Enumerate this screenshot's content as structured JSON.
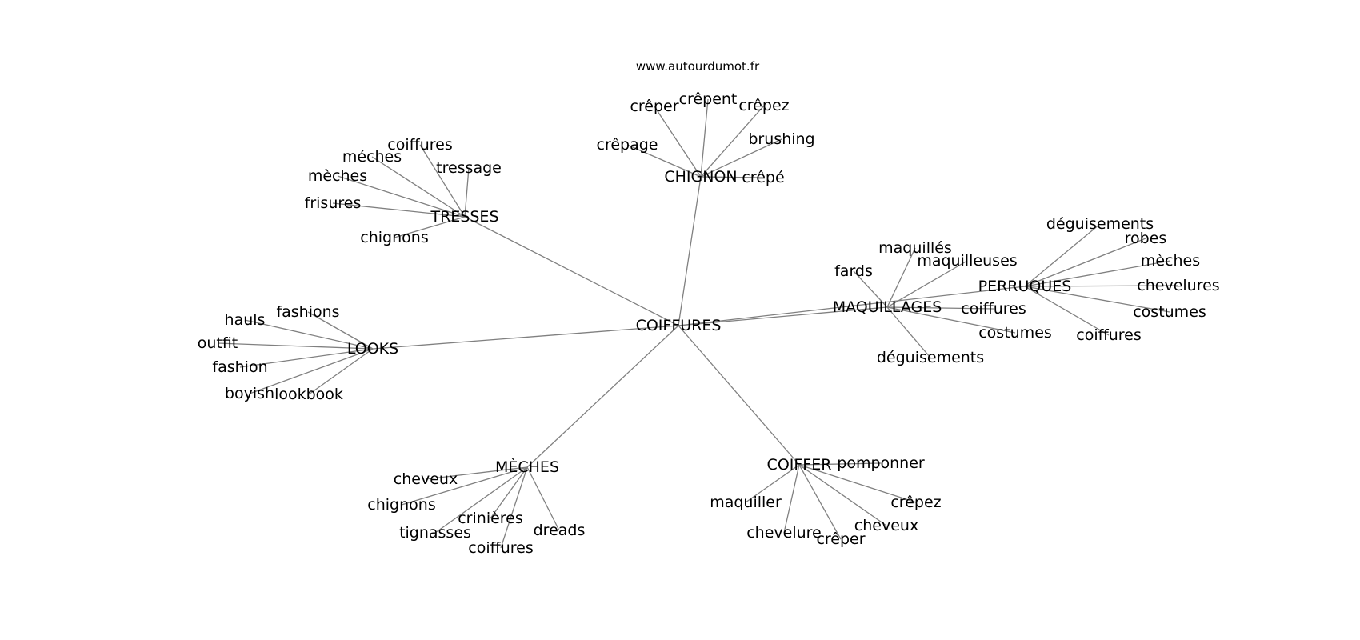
{
  "site": "www.autourdumot.fr",
  "colors": {
    "edge": "#808080",
    "text": "#000000",
    "background": "#ffffff"
  },
  "center": "COIFFURES",
  "nodes": [
    {
      "id": "COIFFURES",
      "parent": null
    },
    {
      "id": "TRESSES",
      "parent": "COIFFURES"
    },
    {
      "id": "CHIGNON",
      "parent": "COIFFURES"
    },
    {
      "id": "MAQUILLAGES",
      "parent": "COIFFURES"
    },
    {
      "id": "PERRUQUES",
      "parent": "COIFFURES"
    },
    {
      "id": "LOOKS",
      "parent": "COIFFURES"
    },
    {
      "id": "MÈCHES",
      "parent": "COIFFURES"
    },
    {
      "id": "COIFFER",
      "parent": "COIFFURES"
    },
    {
      "id": "t1",
      "label": "coiffures",
      "parent": "TRESSES"
    },
    {
      "id": "t2",
      "label": "méches",
      "parent": "TRESSES"
    },
    {
      "id": "t3",
      "label": "tressage",
      "parent": "TRESSES"
    },
    {
      "id": "t4",
      "label": "mèches",
      "parent": "TRESSES"
    },
    {
      "id": "t5",
      "label": "frisures",
      "parent": "TRESSES"
    },
    {
      "id": "t6",
      "label": "chignons",
      "parent": "TRESSES"
    },
    {
      "id": "c1",
      "label": "crêper",
      "parent": "CHIGNON"
    },
    {
      "id": "c2",
      "label": "crêpent",
      "parent": "CHIGNON"
    },
    {
      "id": "c3",
      "label": "crêpez",
      "parent": "CHIGNON"
    },
    {
      "id": "c4",
      "label": "brushing",
      "parent": "CHIGNON"
    },
    {
      "id": "c5",
      "label": "crêpage",
      "parent": "CHIGNON"
    },
    {
      "id": "c6",
      "label": "crêpé",
      "parent": "CHIGNON"
    },
    {
      "id": "m1",
      "label": "maquillés",
      "parent": "MAQUILLAGES"
    },
    {
      "id": "m2",
      "label": "maquilleuses",
      "parent": "MAQUILLAGES"
    },
    {
      "id": "m3",
      "label": "fards",
      "parent": "MAQUILLAGES"
    },
    {
      "id": "m4",
      "label": "coiffures",
      "parent": "MAQUILLAGES"
    },
    {
      "id": "m5",
      "label": "costumes",
      "parent": "MAQUILLAGES"
    },
    {
      "id": "m6",
      "label": "déguisements",
      "parent": "MAQUILLAGES"
    },
    {
      "id": "p1",
      "label": "déguisements",
      "parent": "PERRUQUES"
    },
    {
      "id": "p2",
      "label": "robes",
      "parent": "PERRUQUES"
    },
    {
      "id": "p3",
      "label": "mèches",
      "parent": "PERRUQUES"
    },
    {
      "id": "p4",
      "label": "chevelures",
      "parent": "PERRUQUES"
    },
    {
      "id": "p5",
      "label": "costumes",
      "parent": "PERRUQUES"
    },
    {
      "id": "p6",
      "label": "coiffures",
      "parent": "PERRUQUES"
    },
    {
      "id": "l1",
      "label": "hauls",
      "parent": "LOOKS"
    },
    {
      "id": "l2",
      "label": "fashions",
      "parent": "LOOKS"
    },
    {
      "id": "l3",
      "label": "outfit",
      "parent": "LOOKS"
    },
    {
      "id": "l4",
      "label": "fashion",
      "parent": "LOOKS"
    },
    {
      "id": "l5",
      "label": "boyish",
      "parent": "LOOKS"
    },
    {
      "id": "l6",
      "label": "lookbook",
      "parent": "LOOKS"
    },
    {
      "id": "e1",
      "label": "cheveux",
      "parent": "MÈCHES"
    },
    {
      "id": "e2",
      "label": "chignons",
      "parent": "MÈCHES"
    },
    {
      "id": "e3",
      "label": "crinières",
      "parent": "MÈCHES"
    },
    {
      "id": "e4",
      "label": "tignasses",
      "parent": "MÈCHES"
    },
    {
      "id": "e5",
      "label": "dreads",
      "parent": "MÈCHES"
    },
    {
      "id": "e6",
      "label": "coiffures",
      "parent": "MÈCHES"
    },
    {
      "id": "f1",
      "label": "pomponner",
      "parent": "COIFFER"
    },
    {
      "id": "f2",
      "label": "maquiller",
      "parent": "COIFFER"
    },
    {
      "id": "f3",
      "label": "crêpez",
      "parent": "COIFFER"
    },
    {
      "id": "f4",
      "label": "cheveux",
      "parent": "COIFFER"
    },
    {
      "id": "f5",
      "label": "chevelure",
      "parent": "COIFFER"
    },
    {
      "id": "f6",
      "label": "crêper",
      "parent": "COIFFER"
    }
  ]
}
